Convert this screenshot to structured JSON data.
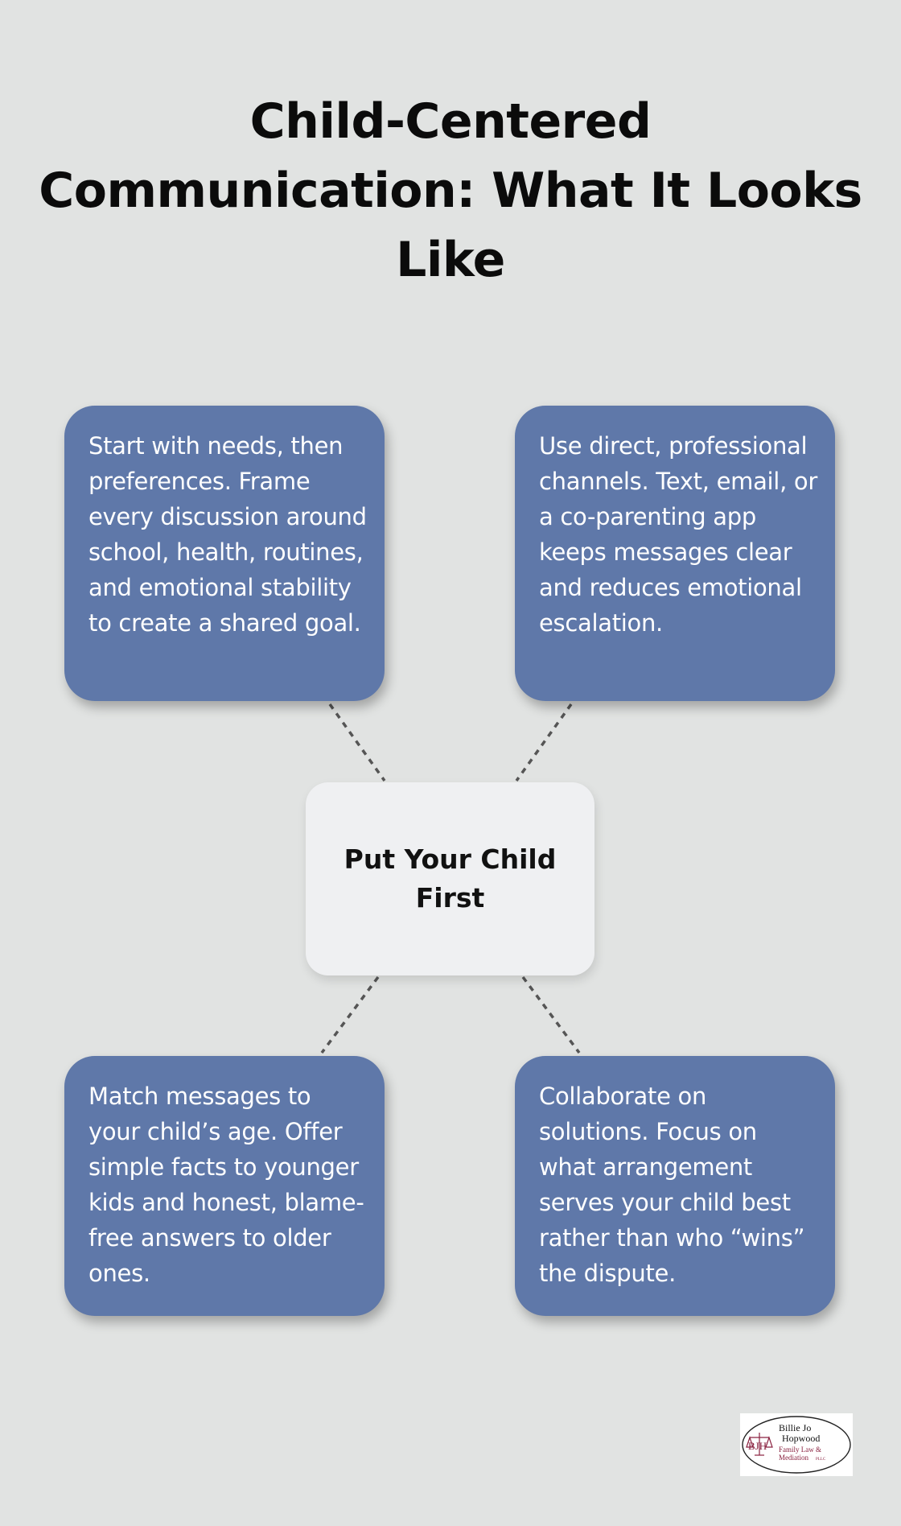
{
  "title": "Child-Centered Communication: What It Looks Like",
  "center": {
    "label": "Put Your Child First"
  },
  "cards": {
    "top_left": "Start with needs, then preferences. Frame every discussion around school, health, routines, and emotional stability to create a shared goal.",
    "top_right": "Use direct, professional channels. Text, email, or a co-parenting app keeps messages clear and reduces emotional escalation.",
    "bottom_left": "Match messages to your child’s age. Offer simple facts to younger kids and honest, blame-free answers to older ones.",
    "bottom_right": "Collaborate on solutions. Focus on what arrangement serves your child best rather than who “wins” the dispute."
  },
  "logo": {
    "line1": "Billie Jo",
    "line2": "Hopwood",
    "line3": "Family Law &",
    "line4": "Mediation",
    "suffix": "PLLC",
    "monogram": "BJH"
  },
  "colors": {
    "background": "#e1e3e2",
    "card": "#5f78a9",
    "center_box": "#eff0f2",
    "connector": "#555555",
    "logo_accent": "#8a2240"
  }
}
